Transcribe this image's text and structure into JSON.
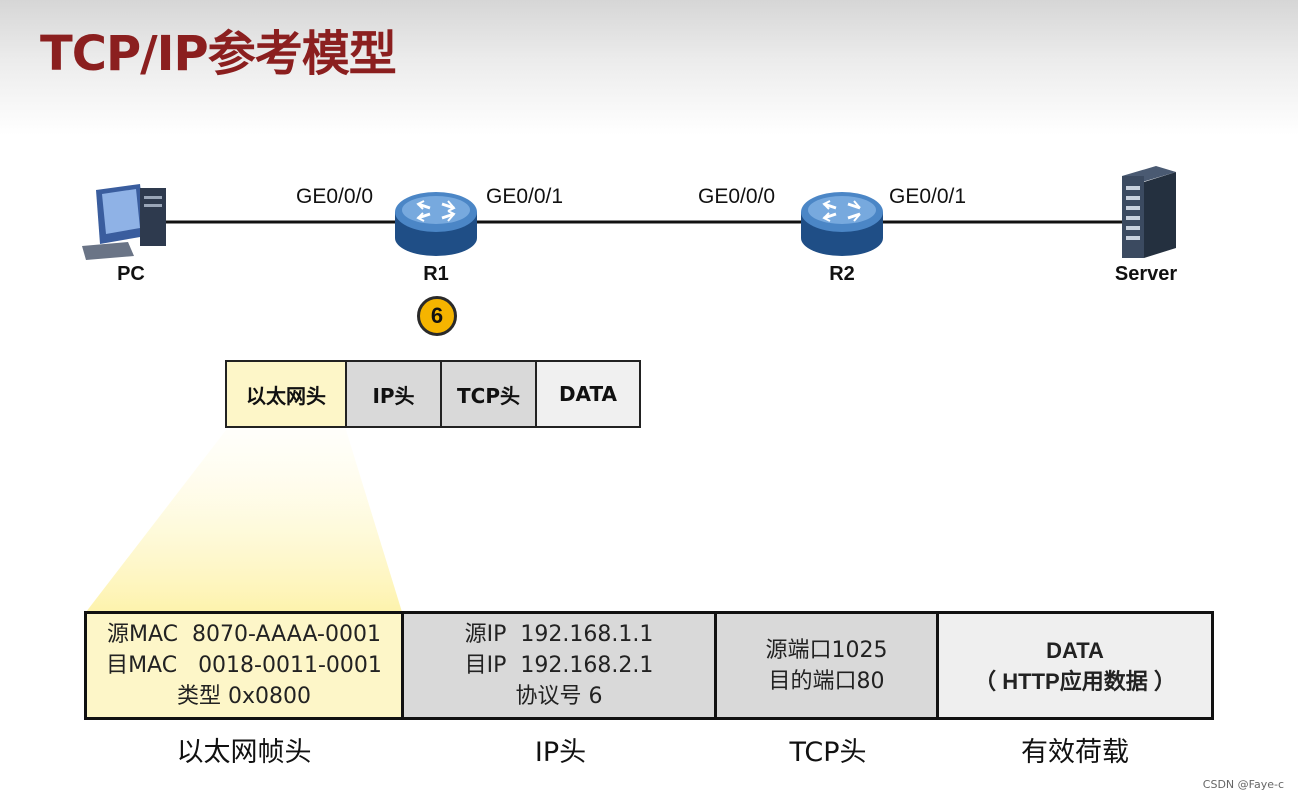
{
  "title": "TCP/IP参考模型",
  "top_watermark": "",
  "step_badge": "6",
  "devices": {
    "pc": "PC",
    "r1": "R1",
    "r2": "R2",
    "server": "Server"
  },
  "interfaces": {
    "r1_left": "GE0/0/0",
    "r1_right": "GE0/0/1",
    "r2_left": "GE0/0/0",
    "r2_right": "GE0/0/1"
  },
  "packet": [
    "以太网头",
    "IP头",
    "TCP头",
    "DATA"
  ],
  "frame": {
    "ethernet": [
      "源MAC  8070-AAAA-0001",
      "目MAC   0018-0011-0001",
      "类型 0x0800"
    ],
    "ip": [
      "源IP  192.168.1.1",
      "目IP  192.168.2.1",
      "协议号 6"
    ],
    "tcp": [
      "源端口1025",
      "目的端口80"
    ],
    "data": [
      "DATA",
      "（ HTTP应用数据 ）"
    ]
  },
  "captions": [
    "以太网帧头",
    "IP头",
    "TCP头",
    "有效荷载"
  ],
  "watermark": "CSDN @Faye-c",
  "colors": {
    "title": "#8b1f1f",
    "highlight": "#fdf6c8",
    "header_gray": "#d9d9d9",
    "data_gray": "#efefef",
    "badge": "#f5b400"
  }
}
